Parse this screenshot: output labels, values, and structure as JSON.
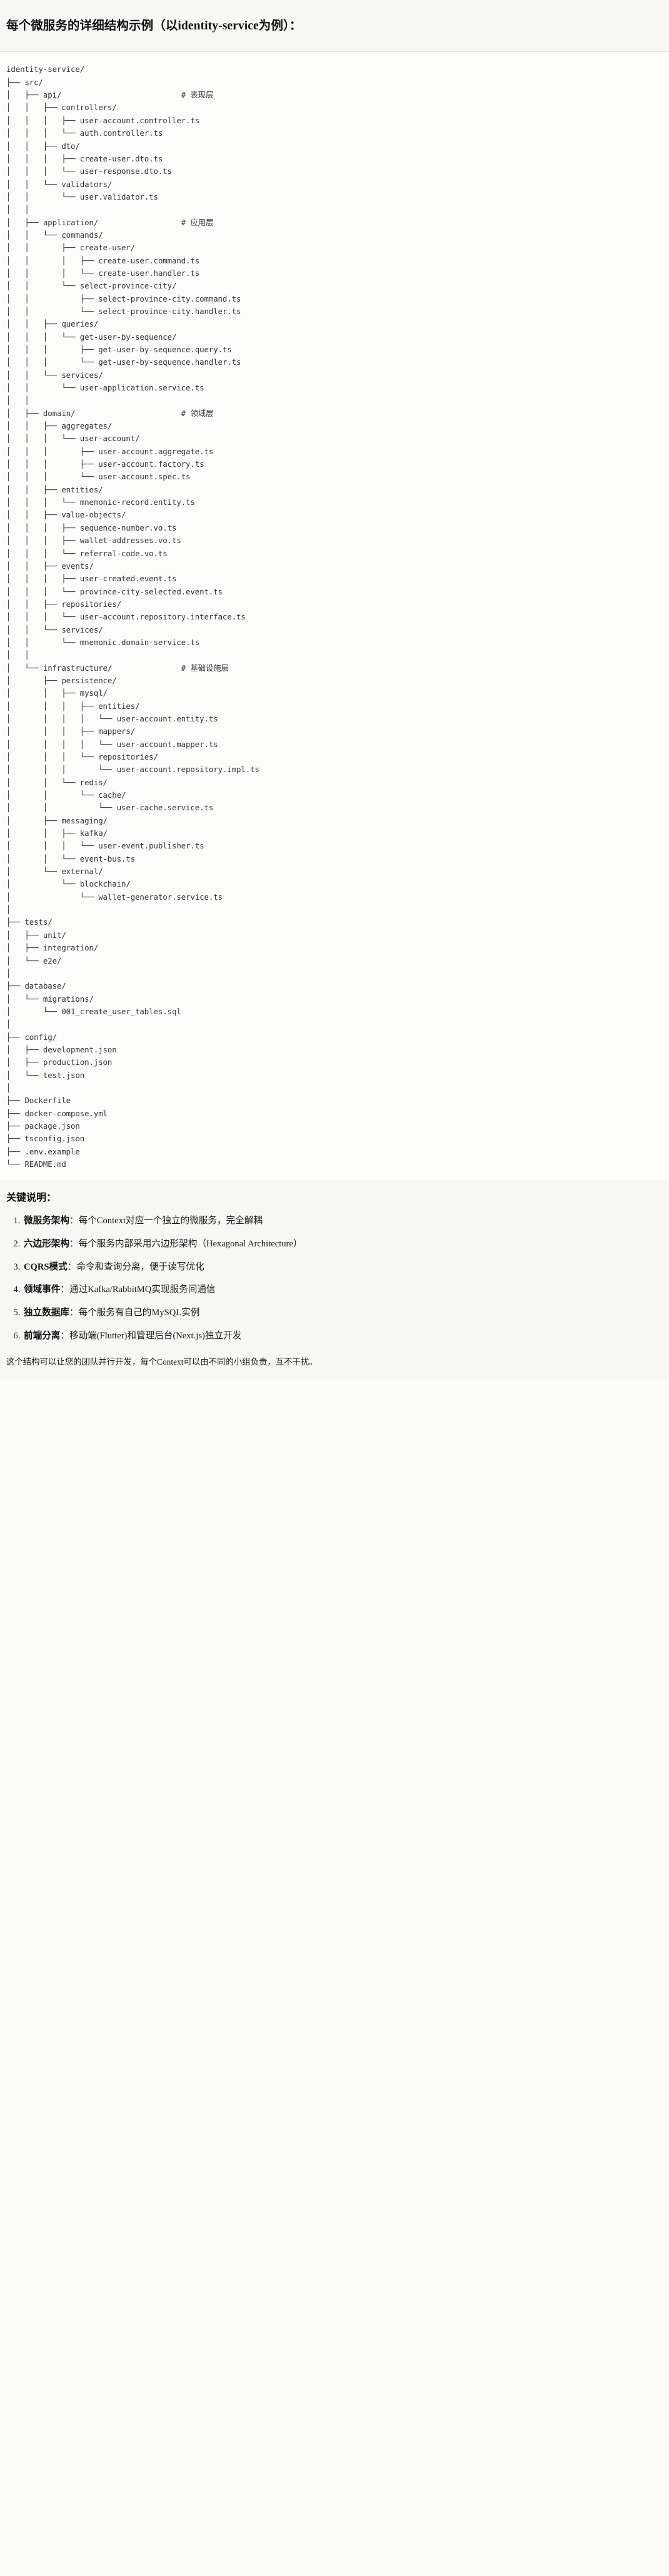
{
  "heading": {
    "title": "每个微服务的详细结构示例（以identity-service为例）："
  },
  "tree": {
    "root": "identity-service/",
    "text": "identity-service/\n├── src/\n│   ├── api/                          # 表现层\n│   │   ├── controllers/\n│   │   │   ├── user-account.controller.ts\n│   │   │   └── auth.controller.ts\n│   │   ├── dto/\n│   │   │   ├── create-user.dto.ts\n│   │   │   └── user-response.dto.ts\n│   │   └── validators/\n│   │       └── user.validator.ts\n│   │\n│   ├── application/                  # 应用层\n│   │   └── commands/\n│   │       ├── create-user/\n│   │       │   ├── create-user.command.ts\n│   │       │   └── create-user.handler.ts\n│   │       └── select-province-city/\n│   │           ├── select-province-city.command.ts\n│   │           └── select-province-city.handler.ts\n│   │   ├── queries/\n│   │   │   └── get-user-by-sequence/\n│   │   │       ├── get-user-by-sequence.query.ts\n│   │   │       └── get-user-by-sequence.handler.ts\n│   │   └── services/\n│   │       └── user-application.service.ts\n│   │\n│   ├── domain/                       # 领域层\n│   │   ├── aggregates/\n│   │   │   └── user-account/\n│   │   │       ├── user-account.aggregate.ts\n│   │   │       ├── user-account.factory.ts\n│   │   │       └── user-account.spec.ts\n│   │   ├── entities/\n│   │   │   └── mnemonic-record.entity.ts\n│   │   ├── value-objects/\n│   │   │   ├── sequence-number.vo.ts\n│   │   │   ├── wallet-addresses.vo.ts\n│   │   │   └── referral-code.vo.ts\n│   │   ├── events/\n│   │   │   ├── user-created.event.ts\n│   │   │   └── province-city-selected.event.ts\n│   │   ├── repositories/\n│   │   │   └── user-account.repository.interface.ts\n│   │   └── services/\n│   │       └── mnemonic.domain-service.ts\n│   │\n│   └── infrastructure/               # 基础设施层\n│       ├── persistence/\n│       │   ├── mysql/\n│       │   │   ├── entities/\n│       │   │   │   └── user-account.entity.ts\n│       │   │   ├── mappers/\n│       │   │   │   └── user-account.mapper.ts\n│       │   │   └── repositories/\n│       │   │       └── user-account.repository.impl.ts\n│       │   └── redis/\n│       │       └── cache/\n│       │           └── user-cache.service.ts\n│       ├── messaging/\n│       │   ├── kafka/\n│       │   │   └── user-event.publisher.ts\n│       │   └── event-bus.ts\n│       └── external/\n│           └── blockchain/\n│               └── wallet-generator.service.ts\n│\n├── tests/\n│   ├── unit/\n│   ├── integration/\n│   └── e2e/\n│\n├── database/\n│   └── migrations/\n│       └── 001_create_user_tables.sql\n│\n├── config/\n│   ├── development.json\n│   ├── production.json\n│   └── test.json\n│\n├── Dockerfile\n├── docker-compose.yml\n├── package.json\n├── tsconfig.json\n├── .env.example\n└── README.md",
    "layer_comments": [
      "# 表现层",
      "# 应用层",
      "# 领域层",
      "# 基础设施层"
    ]
  },
  "notes": {
    "heading": "关键说明：",
    "items": [
      {
        "term": "微服务架构",
        "sep": "：",
        "desc": "每个Context对应一个独立的微服务，完全解耦"
      },
      {
        "term": "六边形架构",
        "sep": "：",
        "desc": "每个服务内部采用六边形架构（Hexagonal Architecture）"
      },
      {
        "term": "CQRS模式",
        "sep": "：",
        "desc": "命令和查询分离，便于读写优化"
      },
      {
        "term": "领域事件",
        "sep": "：",
        "desc": "通过Kafka/RabbitMQ实现服务间通信"
      },
      {
        "term": "独立数据库",
        "sep": "：",
        "desc": "每个服务有自己的MySQL实例"
      },
      {
        "term": "前端分离",
        "sep": "：",
        "desc": "移动端(Flutter)和管理后台(Next.js)独立开发"
      }
    ],
    "closing": "这个结构可以让您的团队并行开发，每个Context可以由不同的小组负责，互不干扰。"
  },
  "colors": {
    "page_bg": "#fbfbfa",
    "block_bg": "#f7f7f5",
    "tree_bg": "#fcfcfb",
    "divider": "#e3e3e0",
    "text": "#1b1b1b",
    "tree_text": "#30343a"
  }
}
